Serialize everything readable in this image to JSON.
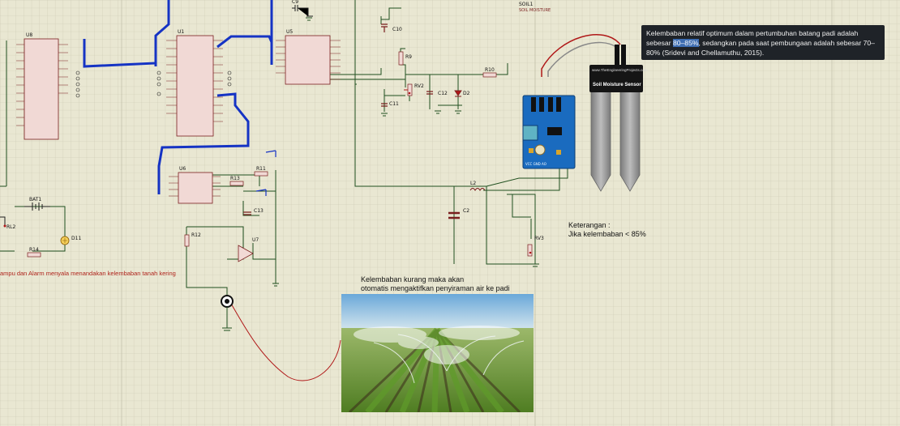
{
  "tooltip": {
    "before_highlight": "Kelembaban relatif optimum dalam pertumbuhan batang padi adalah sebesar ",
    "highlight": "80–85%",
    "after_highlight": ", sedangkan pada saat pembungaan adalah sebesar 70–80% (Sridevi and Chellamuthu, 2015)."
  },
  "notes": {
    "keterangan_title": "Keterangan :",
    "keterangan_body": "Jika kelembaban < 85%",
    "photo_caption_line1": "Kelembaban kurang maka akan",
    "photo_caption_line2": "otomatis mengaktifkan penyiraman air ke padi",
    "alarm_text": "ampu dan Alarm menyala menandakan kelembaban tanah kering"
  },
  "sensor": {
    "site": "www.TheEngineeringProjects.com",
    "name": "Soil Moisture Sensor",
    "module_label": "SOIL1",
    "module_sub": "SOIL MOISTURE"
  },
  "components": {
    "u8": "U8",
    "u1": "U1",
    "u5": "U5",
    "u6": "U6",
    "u7": "U7",
    "bat1": "BAT1",
    "rl2": "RL2",
    "r14": "R14",
    "d11": "D11",
    "r10": "R10",
    "r9": "R9",
    "rv2": "RV2",
    "rv3": "RV3",
    "c9": "C9",
    "c10": "C10",
    "c11": "C11",
    "c12": "C12",
    "c2": "C2",
    "c13": "C13",
    "d2": "D2",
    "l2": "L2",
    "r11": "R11",
    "r12": "R12",
    "r13": "R13"
  },
  "colors": {
    "background": "#e9e7d2",
    "grid": "#c9c7b0",
    "wire_green": "#1f4f1f",
    "bus_blue": "#1533c4",
    "probe_wire": "#b01818",
    "chip_fill": "#f1d9d5",
    "chip_border": "#7a1e1e"
  }
}
